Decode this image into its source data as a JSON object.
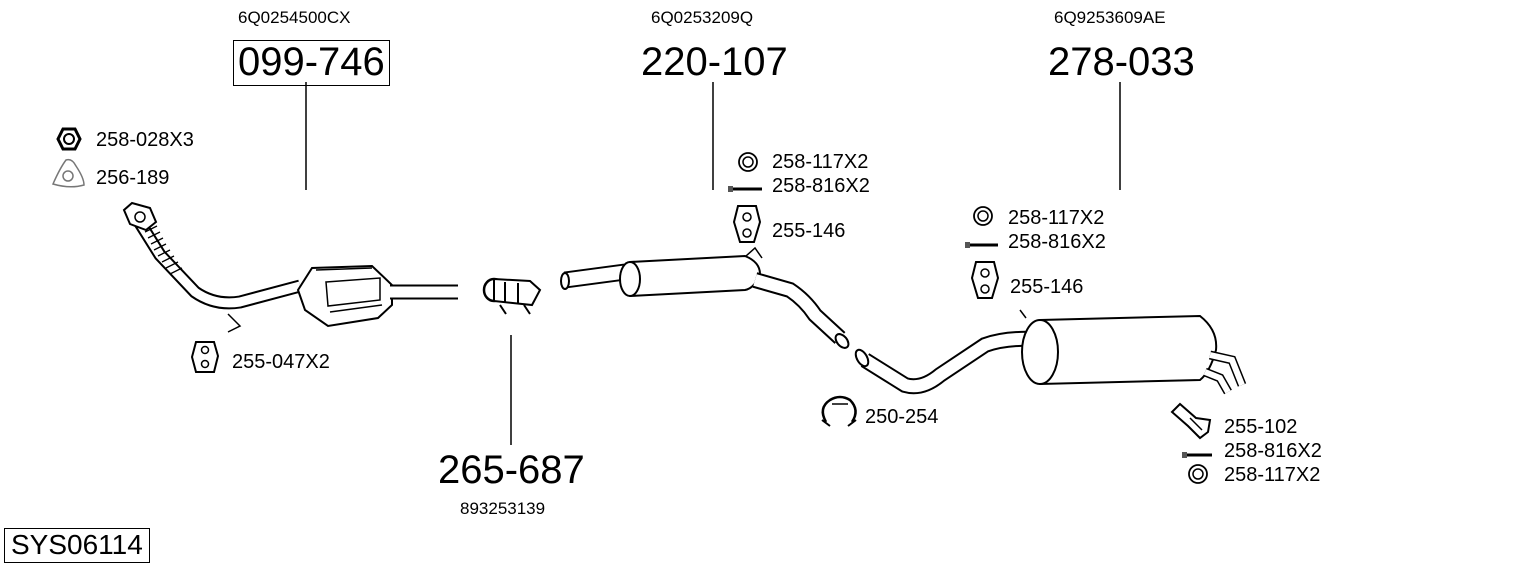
{
  "diagram": {
    "system_code": "SYS06114",
    "components": [
      {
        "part_number": "099-746",
        "oem_number": "6Q0254500CX"
      },
      {
        "part_number": "220-107",
        "oem_number": "6Q0253209Q"
      },
      {
        "part_number": "278-033",
        "oem_number": "6Q9253609AE"
      },
      {
        "part_number": "265-687",
        "oem_number": "893253139"
      }
    ],
    "accessories": {
      "nut": "258-028X3",
      "gasket": "256-189",
      "hanger_front": "255-047X2",
      "ring_mid": "258-117X2",
      "bolt_mid": "258-816X2",
      "hanger_mid": "255-146",
      "ring_rear": "258-117X2",
      "bolt_rear": "258-816X2",
      "hanger_rear": "255-146",
      "clamp": "250-254",
      "bracket_tail": "255-102",
      "bolt_tail": "258-816X2",
      "ring_tail": "258-117X2"
    },
    "colors": {
      "line": "#000000",
      "part_fill": "#ffffff",
      "shade": "#7a7a7a"
    }
  }
}
